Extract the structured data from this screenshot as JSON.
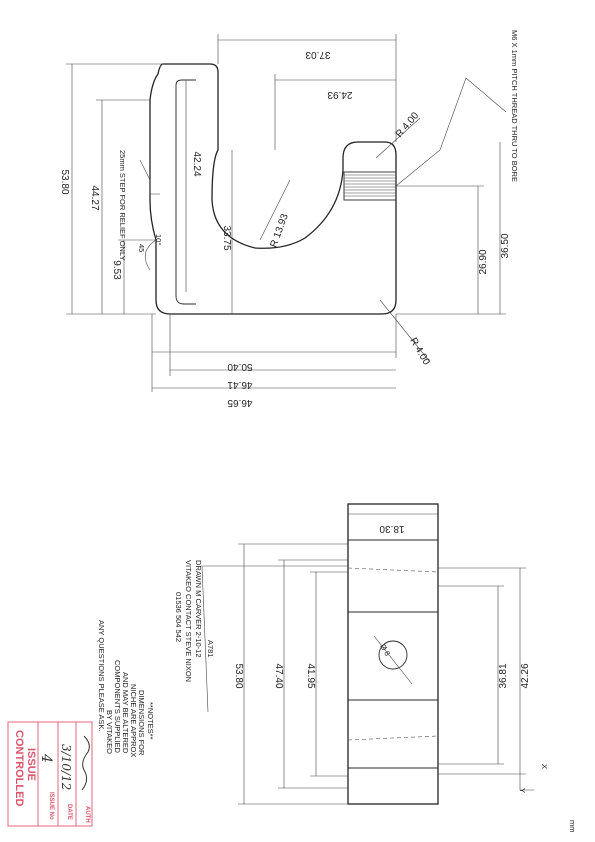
{
  "top_view": {
    "overall_height": "53.80",
    "height_44": "44.27",
    "height_9": "9.53",
    "slot_depth": "42.24",
    "width_top": "37.03",
    "width_inner": "24.93",
    "fillet_radius_top": "R 4.00",
    "relief_note": "25mm STEP FOR RELIEF ONLY",
    "arc_radius": "R 13.93",
    "height_33": "33.75",
    "angle_45": "45",
    "angle_10": "10°",
    "width_26": "26.90",
    "width_36": "36.50",
    "thread_note": "M6 X 1mm PITCH THREAD THRU TO BORE",
    "width_50": "50.40",
    "width_46_41": "46.41",
    "width_46_65": "46.65",
    "fillet_radius_bottom": "R 4.00"
  },
  "side_view": {
    "width_18": "18.30",
    "height_53": "53.80",
    "height_47": "47.40",
    "height_41": "41.95",
    "height_36": "36.81",
    "height_42": "42.26",
    "hole_dia": "Ø 8",
    "axis_x": "X",
    "axis_y": "Y"
  },
  "title_block": {
    "part_no": "A781",
    "drawn_by": "DRAWN M CARVER 2-10-12",
    "contact": "VITAKEO CONTACT STEVE NIXON",
    "phone": "01536 504 542"
  },
  "notes": {
    "header": "**NOTES**",
    "line1": "DIMENSIONS FOR",
    "line2": "NICHE ARE APPROX",
    "line3": "AND MAY BE ALTERED",
    "line4": "COMPONENTS SUPPLIED",
    "line5": "BY VITAKEO",
    "line6": "ANY QUESTIONS PLEASE ASK."
  },
  "stamp": {
    "title_1": "CONTROLLED",
    "title_2": "ISSUE",
    "issue_label": "ISSUE No",
    "issue_value": "4",
    "date_label": "DATE",
    "date_value": "3/10/12",
    "auth_label": "AUTH"
  },
  "units": "mm",
  "colors": {
    "line": "#222222",
    "stamp": "#d9566b"
  }
}
